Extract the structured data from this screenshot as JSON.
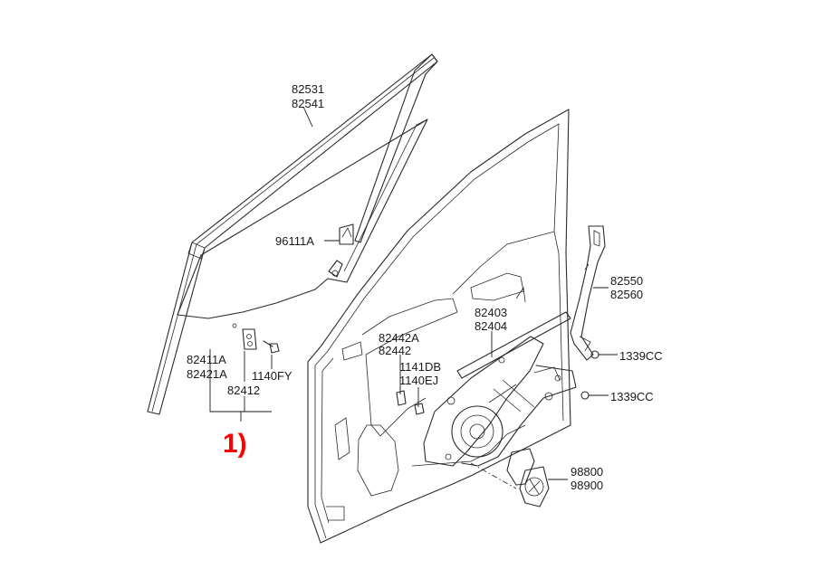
{
  "diagram": {
    "labels": {
      "run_channel": [
        "82531",
        "82541"
      ],
      "glass_clip": "96111A",
      "window_glass": [
        "82411A",
        "82421A"
      ],
      "glass_bolt": "1140FY",
      "glass_bracket": "82412",
      "regulator_clip": [
        "82442A",
        "82442"
      ],
      "regulator_bolt": [
        "1141DB",
        "1140EJ"
      ],
      "regulator": [
        "82403",
        "82404"
      ],
      "rear_channel": [
        "82550",
        "82560"
      ],
      "nut_upper": "1339CC",
      "nut_lower": "1339CC",
      "motor": [
        "98800",
        "98900"
      ]
    },
    "callout": "1)",
    "callout_color": "#ff0000"
  }
}
